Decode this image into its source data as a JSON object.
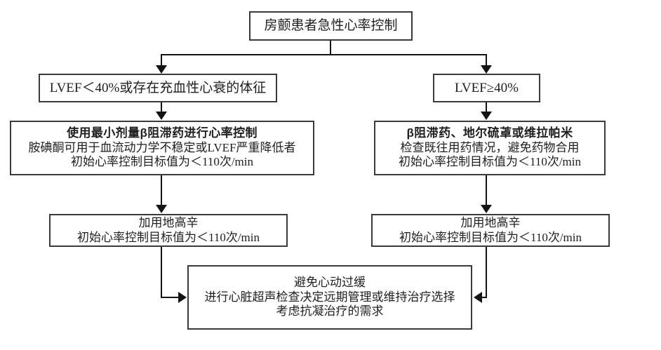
{
  "diagram": {
    "title": "房颤患者急性心率控制",
    "nodes": {
      "root": {
        "lines": [
          "房颤患者急性心率控制"
        ]
      },
      "lvef_low": {
        "lines": [
          "LVEF＜40%或存在充血性心衰的体征"
        ]
      },
      "lvef_high": {
        "lines": [
          "LVEF≥40%"
        ]
      },
      "beta_min_dose": {
        "lines": [
          "使用最小剂量β阻滞药进行心率控制",
          "胺碘酮可用于血流动力学不稳定或LVEF严重降低者",
          "初始心率控制目标值为＜110次/min"
        ]
      },
      "beta_diltiazem": {
        "lines": [
          "β阻滞药、地尔硫䓬或维拉帕米",
          "检查既往用药情况，避免药物合用",
          "初始心率控制目标值为＜110次/min"
        ]
      },
      "digoxin_left": {
        "lines": [
          "加用地高辛",
          "初始心率控制目标值为＜110次/min"
        ]
      },
      "digoxin_right": {
        "lines": [
          "加用地高辛",
          "初始心率控制目标值为＜110次/min"
        ]
      },
      "followup": {
        "lines": [
          "避免心动过缓",
          "进行心脏超声检查决定远期管理或维持治疗选择",
          "考虑抗凝治疗的需求"
        ]
      }
    },
    "colors": {
      "box_border": "#3a3a3a",
      "connector": "#141414",
      "background": "#ffffff",
      "text": "#1f1f1f"
    }
  }
}
